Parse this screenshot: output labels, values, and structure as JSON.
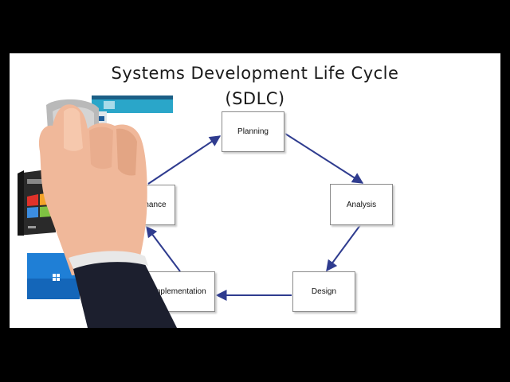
{
  "slide": {
    "title_line1": "Systems Development Life Cycle",
    "title_line2": "(SDLC)"
  },
  "cycle": {
    "nodes": {
      "planning": "Planning",
      "analysis": "Analysis",
      "design": "Design",
      "implementation": "Implementation",
      "maintenance": "Maintenance"
    }
  },
  "colors": {
    "arrow": "#2f3c8f",
    "background": "#000000",
    "board": "#ffffff"
  },
  "icons": [
    "computer-mouse-icon",
    "hand-icon",
    "windows-box-icon",
    "windows-logo-icon",
    "screen-thumbnail-icon"
  ]
}
